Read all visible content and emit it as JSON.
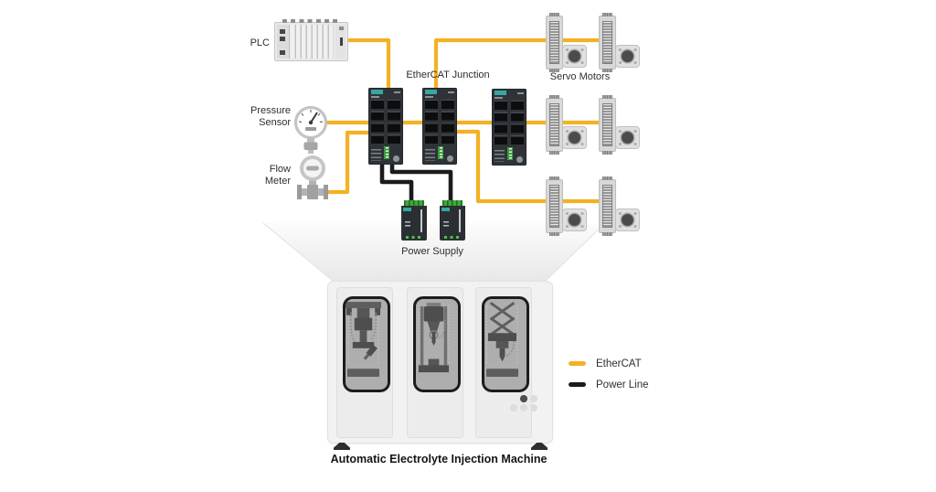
{
  "colors": {
    "ethercat_yellow": "#F3B124",
    "power_line_black": "#1B1B1B",
    "device_teal": "#35A8A0",
    "psu_green": "#3DA83D"
  },
  "labels": {
    "plc": "PLC",
    "pressure_sensor": "Pressure\nSensor",
    "flow_meter": "Flow\nMeter",
    "ethercat_junction": "EtherCAT Junction",
    "servo_motors": "Servo Motors",
    "power_supply": "Power Supply",
    "machine": "Automatic Electrolyte Injection Machine"
  },
  "legend": {
    "items": [
      {
        "label": "EtherCAT",
        "color": "#F3B124"
      },
      {
        "label": "Power Line",
        "color": "#1B1B1B"
      }
    ]
  },
  "diagram": {
    "nodes": [
      {
        "id": "plc",
        "label": "PLC",
        "type": "controller"
      },
      {
        "id": "pressure-sensor",
        "label": "Pressure Sensor",
        "type": "sensor"
      },
      {
        "id": "flow-meter",
        "label": "Flow Meter",
        "type": "sensor"
      },
      {
        "id": "junction-1",
        "label": "EtherCAT Junction",
        "type": "ethernet-switch"
      },
      {
        "id": "junction-2",
        "label": "EtherCAT Junction",
        "type": "ethernet-switch"
      },
      {
        "id": "junction-3",
        "label": "EtherCAT Junction",
        "type": "ethernet-switch"
      },
      {
        "id": "servo-row-1",
        "label": "Servo Motors",
        "type": "servo-drive-motor-pair",
        "count": 2
      },
      {
        "id": "servo-row-2",
        "label": "Servo Motors",
        "type": "servo-drive-motor-pair",
        "count": 2
      },
      {
        "id": "servo-row-3",
        "label": "Servo Motors",
        "type": "servo-drive-motor-pair",
        "count": 2
      },
      {
        "id": "power-supply-1",
        "label": "Power Supply",
        "type": "power-supply"
      },
      {
        "id": "power-supply-2",
        "label": "Power Supply",
        "type": "power-supply"
      },
      {
        "id": "machine",
        "label": "Automatic Electrolyte Injection Machine",
        "type": "machine"
      }
    ],
    "connections": [
      {
        "from": "plc",
        "to": "junction-1",
        "type": "ethercat"
      },
      {
        "from": "pressure-sensor",
        "to": "junction-1",
        "type": "ethercat"
      },
      {
        "from": "flow-meter",
        "to": "junction-1",
        "type": "ethercat"
      },
      {
        "from": "junction-1",
        "to": "junction-2",
        "type": "ethercat"
      },
      {
        "from": "junction-2",
        "to": "junction-3",
        "type": "ethercat"
      },
      {
        "from": "junction-2",
        "to": "servo-row-1",
        "type": "ethercat"
      },
      {
        "from": "junction-3",
        "to": "servo-row-2",
        "type": "ethercat"
      },
      {
        "from": "junction-2",
        "to": "servo-row-3",
        "type": "ethercat"
      },
      {
        "from": "junction-1",
        "to": "power-supply-1",
        "type": "power"
      },
      {
        "from": "junction-1",
        "to": "power-supply-2",
        "type": "power"
      }
    ]
  }
}
